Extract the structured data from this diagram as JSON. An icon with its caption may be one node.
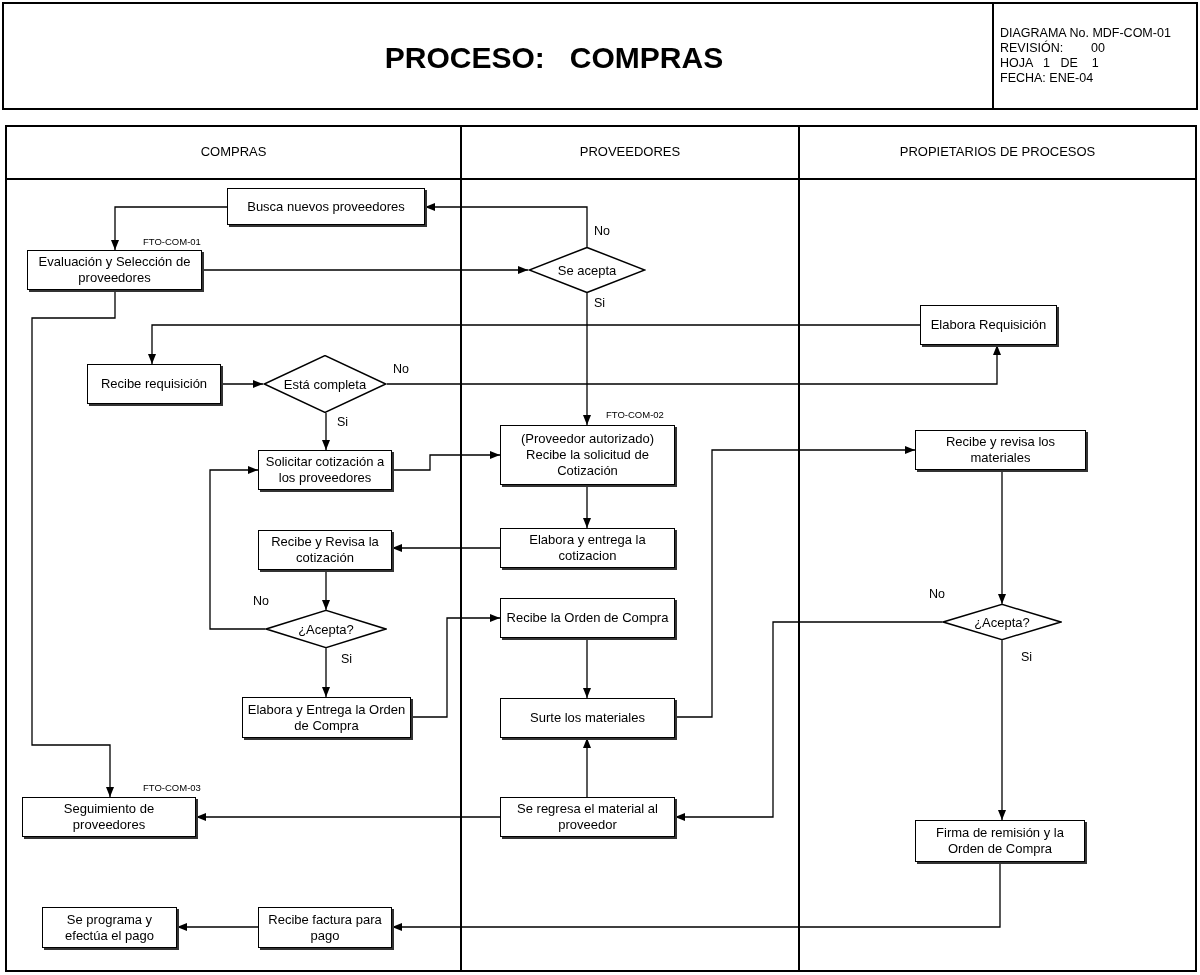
{
  "diagram": {
    "title": "PROCESO:   COMPRAS",
    "nodes": [
      {
        "text": [
          "COMPRAS"
        ]
      },
      {
        "text": [
          "PROVEEDORES"
        ]
      },
      {
        "text": [
          "PROPIETARIOS DE PROCESOS"
        ]
      },
      {
        "text": [
          "Busca nuevos proveedores"
        ],
        "in": 0
      },
      {
        "text": [
          "Evaluación y Selección de proveedores"
        ],
        "in": 0,
        "beside": [
          "FTO-COM-01"
        ]
      },
      {
        "text": [
          "Se acepta"
        ],
        "in": 1
      },
      {
        "text": [
          "Elabora Requisición"
        ],
        "in": 2
      },
      {
        "text": [
          "Recibe requisición"
        ],
        "in": 0
      },
      {
        "text": [
          "Está completa"
        ],
        "in": 0
      },
      {
        "text": [
          "Solicitar cotización a los proveedores"
        ],
        "in": 0
      },
      {
        "text": [
          "(Proveedor autorizado) Recibe la solicitud de Cotización"
        ],
        "in": 1,
        "beside": [
          "FTO-COM-02"
        ]
      },
      {
        "text": [
          "Recibe y revisa los materiales"
        ],
        "in": 2
      },
      {
        "text": [
          "Recibe y Revisa la cotización"
        ],
        "in": 0
      },
      {
        "text": [
          "Elabora y entrega la cotizacion"
        ],
        "in": 1
      },
      {
        "text": [
          "¿Acepta?"
        ],
        "in": 0
      },
      {
        "text": [
          "Recibe la Orden de Compra"
        ],
        "in": 1
      },
      {
        "text": [
          "¿Acepta?"
        ],
        "in": 2
      },
      {
        "text": [
          "Elabora y Entrega la Orden de Compra"
        ],
        "in": 0
      },
      {
        "text": [
          "Surte los materiales"
        ],
        "in": 1
      },
      {
        "text": [
          "Seguimiento de proveedores"
        ],
        "in": 0,
        "beside": [
          "FTO-COM-03"
        ]
      },
      {
        "text": [
          "Se regresa el material al proveedor"
        ],
        "in": 1
      },
      {
        "text": [
          "Firma de remisión y la Orden de Compra"
        ],
        "in": 2
      },
      {
        "text": [
          "Se programa y efectúa el pago"
        ],
        "in": 0
      },
      {
        "text": [
          "Recibe factura para pago"
        ],
        "in": 0
      }
    ],
    "edges": [
      {
        "from": 3,
        "to": 4,
        "arrow": "to"
      },
      {
        "from": 4,
        "to": 5,
        "arrow": "to"
      },
      {
        "from": 5,
        "to": 3,
        "arrow": "to",
        "label": "No"
      },
      {
        "from": 5,
        "to": 10,
        "arrow": "to",
        "label": "Si"
      },
      {
        "from": 6,
        "to": 7,
        "arrow": "to"
      },
      {
        "from": 7,
        "to": 8,
        "arrow": "to"
      },
      {
        "from": 8,
        "to": 6,
        "arrow": "to",
        "label": "No"
      },
      {
        "from": 8,
        "to": 9,
        "arrow": "to",
        "label": "Si"
      },
      {
        "from": 9,
        "to": 10,
        "arrow": "to"
      },
      {
        "from": 10,
        "to": 13,
        "arrow": "to"
      },
      {
        "from": 13,
        "to": 12,
        "arrow": "to"
      },
      {
        "from": 12,
        "to": 14,
        "arrow": "to"
      },
      {
        "from": 14,
        "to": 9,
        "arrow": "to",
        "label": "No"
      },
      {
        "from": 14,
        "to": 17,
        "arrow": "to",
        "label": "Si"
      },
      {
        "from": 17,
        "to": 15,
        "arrow": "to"
      },
      {
        "from": 15,
        "to": 18,
        "arrow": "to"
      },
      {
        "from": 18,
        "to": 11,
        "arrow": "to"
      },
      {
        "from": 11,
        "to": 16,
        "arrow": "to"
      },
      {
        "from": 16,
        "to": 20,
        "arrow": "to",
        "label": "No"
      },
      {
        "from": 16,
        "to": 21,
        "arrow": "to",
        "label": "Si"
      },
      {
        "from": 20,
        "to": 18,
        "arrow": "to"
      },
      {
        "from": 20,
        "to": 19,
        "arrow": "to"
      },
      {
        "from": 4,
        "to": 19,
        "arrow": "to"
      },
      {
        "from": 21,
        "to": 23,
        "arrow": "to"
      },
      {
        "from": 23,
        "to": 22,
        "arrow": "to"
      }
    ],
    "labels": [
      "DIAGRAMA No. MDF-COM-01",
      "REVISIÓN:        00",
      "HOJA   1   DE    1",
      "FECHA: ENE-04"
    ]
  }
}
